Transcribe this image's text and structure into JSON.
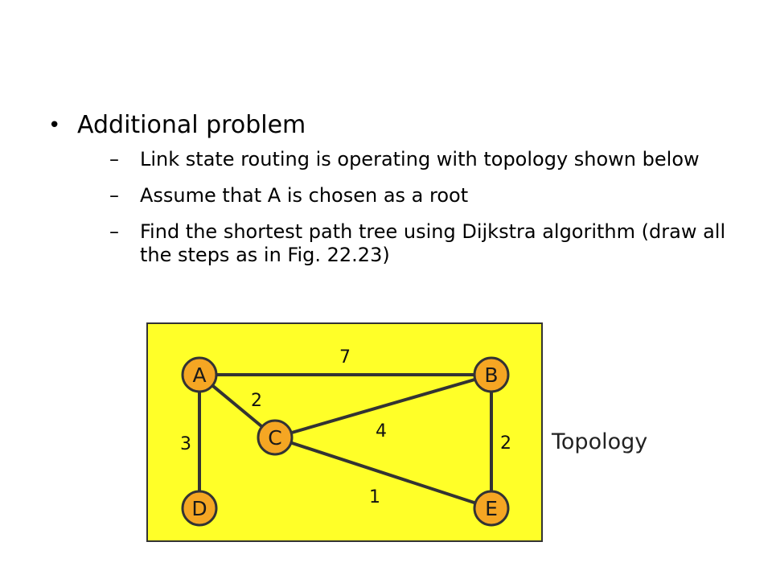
{
  "slide": {
    "heading": "Additional problem",
    "bullet_glyph": "•",
    "dash_glyph": "–",
    "items": [
      {
        "text": "Link state routing is operating with topology shown below"
      },
      {
        "text": "Assume that A is chosen as a root"
      },
      {
        "text": "Find the shortest path tree using Dijkstra algorithm (draw all the steps as in Fig. 22.23)"
      }
    ]
  },
  "diagram": {
    "background_color": "#ffff28",
    "node_fill": "#f5a623",
    "node_stroke": "#333333",
    "edge_color": "#333333",
    "caption": "Topology",
    "nodes": [
      {
        "id": "A",
        "label": "A"
      },
      {
        "id": "B",
        "label": "B"
      },
      {
        "id": "C",
        "label": "C"
      },
      {
        "id": "D",
        "label": "D"
      },
      {
        "id": "E",
        "label": "E"
      }
    ],
    "edges": [
      {
        "from": "A",
        "to": "B",
        "weight": "7"
      },
      {
        "from": "A",
        "to": "C",
        "weight": "2"
      },
      {
        "from": "A",
        "to": "D",
        "weight": "3"
      },
      {
        "from": "C",
        "to": "B",
        "weight": "4"
      },
      {
        "from": "B",
        "to": "E",
        "weight": "2"
      },
      {
        "from": "C",
        "to": "E",
        "weight": "1"
      }
    ]
  }
}
